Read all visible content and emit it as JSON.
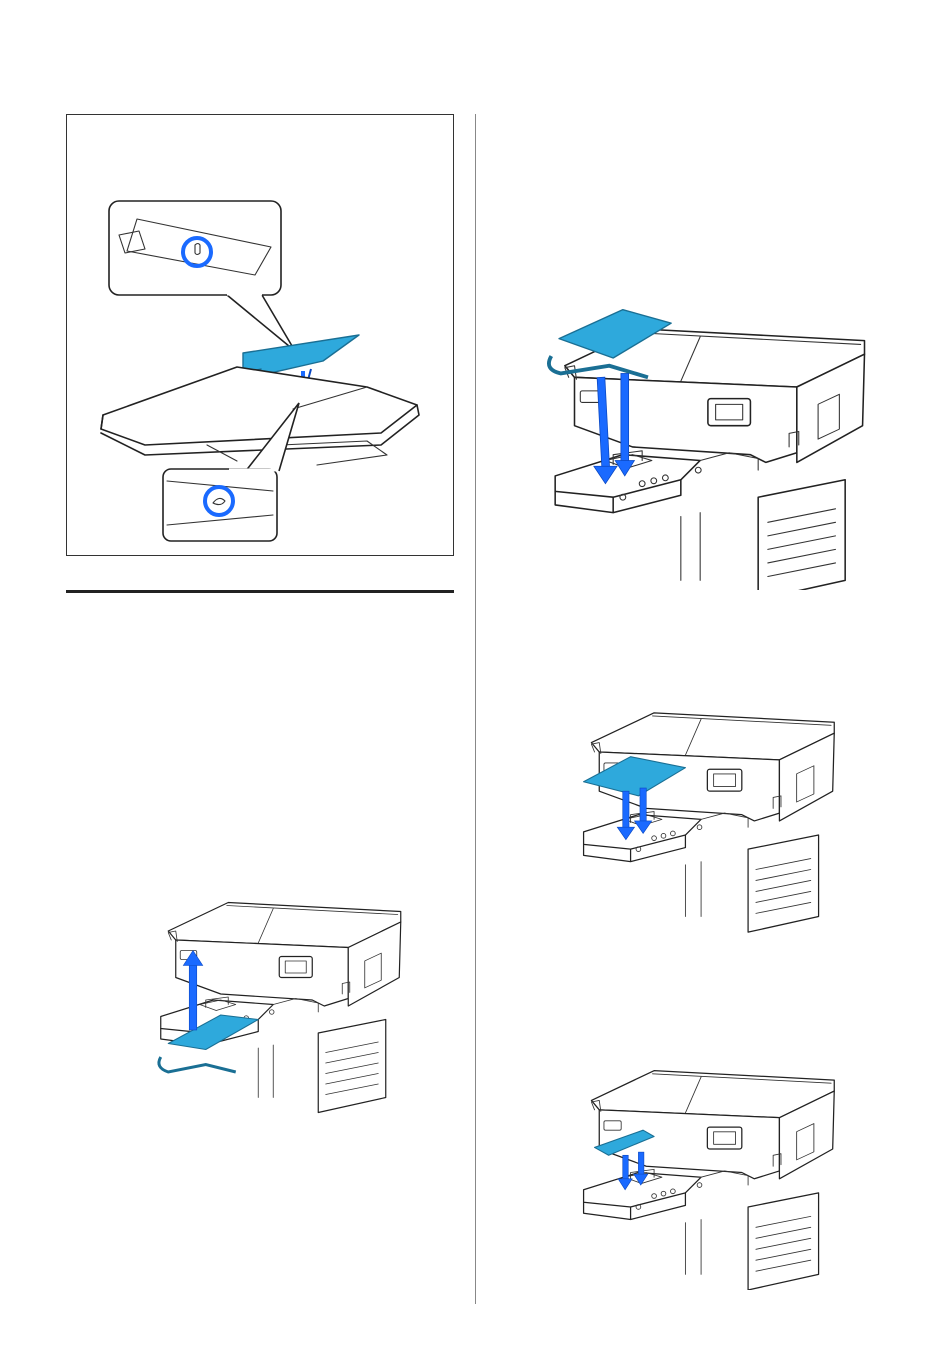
{
  "page": {
    "background": "#ffffff"
  },
  "colors": {
    "platen_highlight": "#2ea9dc",
    "arrow": "#1a6aff",
    "callout_ring": "#1a6aff",
    "line_art": "#222222"
  },
  "figures": [
    {
      "id": "fig-callout-box",
      "icons": [
        "platen-sheet-icon",
        "positioning-pin-icon",
        "pin-hole-icon",
        "down-arrow-icon"
      ]
    },
    {
      "id": "fig-lift-platen",
      "icons": [
        "printer-icon",
        "up-arrow-icon",
        "platen-icon"
      ]
    },
    {
      "id": "fig-attach-large-platen",
      "icons": [
        "printer-icon",
        "down-arrow-icon",
        "platen-icon"
      ]
    },
    {
      "id": "fig-attach-medium-platen",
      "icons": [
        "printer-icon",
        "down-arrow-icon",
        "platen-icon"
      ]
    },
    {
      "id": "fig-attach-small-platen",
      "icons": [
        "printer-icon",
        "down-arrow-icon",
        "platen-icon"
      ]
    }
  ]
}
